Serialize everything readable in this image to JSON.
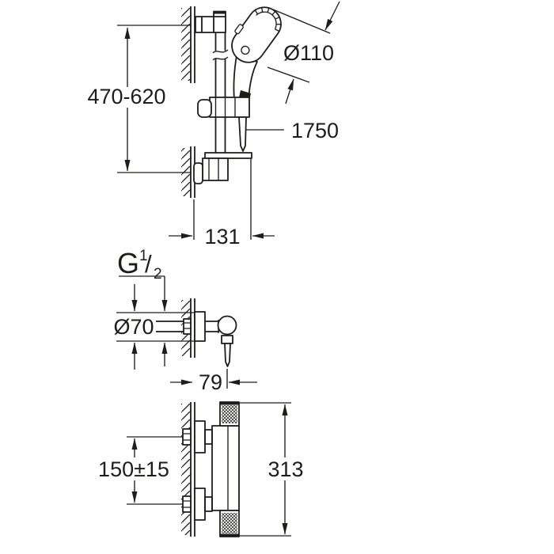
{
  "background_color": "#ffffff",
  "line_color": "#1d1d1b",
  "figures": {
    "shower_rail_front": {
      "dimensions": {
        "height_adjust": "470-620",
        "head_diameter": "Ø110",
        "hose_length": "1750",
        "wall_offset": "131"
      }
    },
    "wall_union_side": {
      "thread": {
        "letter": "G",
        "numerator": "1",
        "slash": "/",
        "denominator": "2"
      },
      "dimensions": {
        "rosette_diameter": "Ø70",
        "projection": "79"
      }
    },
    "mixer_side": {
      "dimensions": {
        "inlet_spacing": "150±15",
        "total_height": "313"
      }
    }
  }
}
